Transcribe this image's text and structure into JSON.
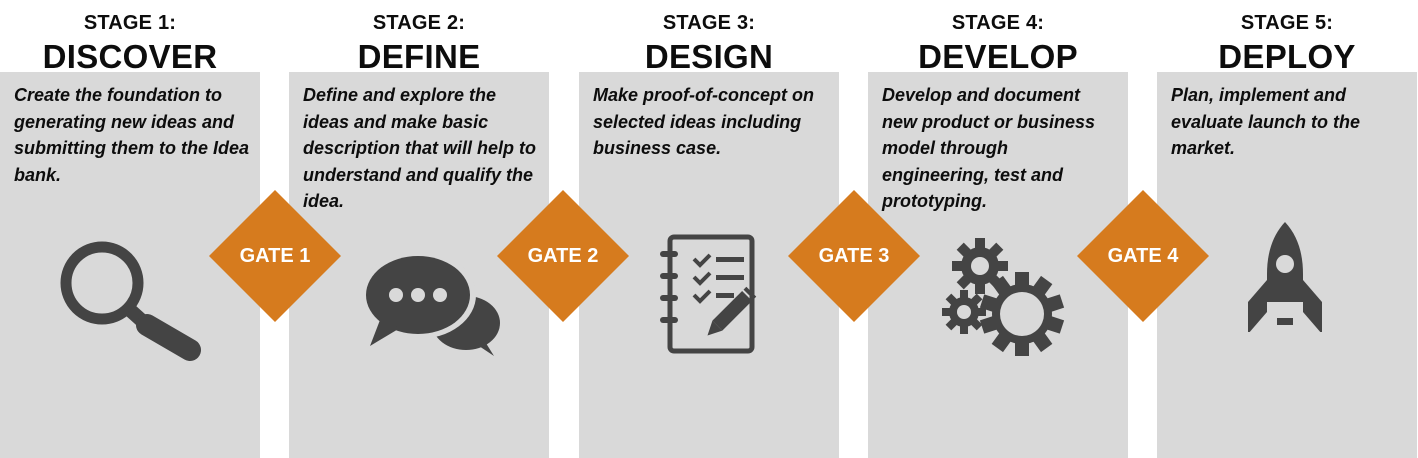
{
  "colors": {
    "panel": "#d9d9d9",
    "gate": "#d67b1e",
    "icon": "#444444",
    "text": "#0d0d0d"
  },
  "stages": [
    {
      "number": "STAGE 1:",
      "name": "DISCOVER",
      "description": "Create the foundation to generating new ideas and submitting them to the Idea bank.",
      "icon": "magnifier-icon"
    },
    {
      "number": "STAGE 2:",
      "name": "DEFINE",
      "description": "Define and explore the ideas and make basic description that will help to understand and qualify the idea.",
      "icon": "chat-bubbles-icon"
    },
    {
      "number": "STAGE 3:",
      "name": "DESIGN",
      "description": "Make proof-of-concept on selected ideas including business case.",
      "icon": "checklist-notebook-icon"
    },
    {
      "number": "STAGE 4:",
      "name": "DEVELOP",
      "description": "Develop and document new product or business model through engineering, test and prototyping.",
      "icon": "gears-icon"
    },
    {
      "number": "STAGE 5:",
      "name": "DEPLOY",
      "description": "Plan, implement and evaluate launch to the market.",
      "icon": "rocket-icon"
    }
  ],
  "gates": [
    "GATE 1",
    "GATE 2",
    "GATE 3",
    "GATE 4"
  ]
}
